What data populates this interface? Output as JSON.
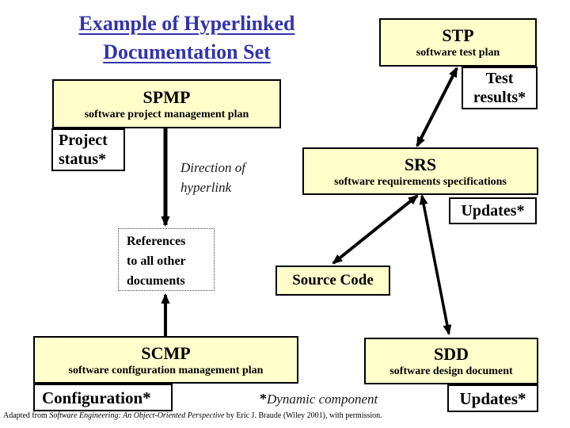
{
  "title": {
    "line1": "Example of Hyperlinked",
    "line2": "Documentation Set"
  },
  "boxes": {
    "stp": {
      "abbr": "STP",
      "name": "software test plan"
    },
    "spmp": {
      "abbr": "SPMP",
      "name": "software project management plan"
    },
    "srs": {
      "abbr": "SRS",
      "name": "software requirements specifications"
    },
    "scmp": {
      "abbr": "SCMP",
      "name": "software configuration management plan"
    },
    "sdd": {
      "abbr": "SDD",
      "name": "software design document"
    },
    "source_code": {
      "label": "Source Code"
    }
  },
  "dynamic_components": {
    "test_results": {
      "line1": "Test",
      "line2": "results*"
    },
    "project_status": {
      "line1": "Project",
      "line2": "status*"
    },
    "updates_srs": {
      "label": "Updates*"
    },
    "updates_sdd": {
      "label": "Updates*"
    },
    "configuration": {
      "label": "Configuration*"
    }
  },
  "labels": {
    "direction": {
      "line1": "Direction of",
      "line2": "hyperlink"
    },
    "references": {
      "line1": "References",
      "line2": "to all other",
      "line3": "documents"
    },
    "dynamic_note": {
      "asterisk": "*",
      "text": "Dynamic component"
    }
  },
  "footer": {
    "prefix": "Adapted from ",
    "book": "Software Engineering: An Object-Oriented Perspective",
    "suffix": " by Eric J. Braude (Wiley 2001), with permission."
  },
  "colors": {
    "box_fill": "#FFFFCC",
    "title": "#3333AD",
    "arrow": "#000000"
  },
  "edges": [
    {
      "from": "SPMP",
      "to": "References to all other documents",
      "style": "single-arrow"
    },
    {
      "from": "SCMP",
      "to": "References to all other documents",
      "style": "single-arrow"
    },
    {
      "from": "STP",
      "to": "SRS",
      "style": "double-arrow"
    },
    {
      "from": "SRS",
      "to": "Source Code",
      "style": "double-arrow"
    },
    {
      "from": "SRS",
      "to": "SDD",
      "style": "double-arrow"
    }
  ]
}
